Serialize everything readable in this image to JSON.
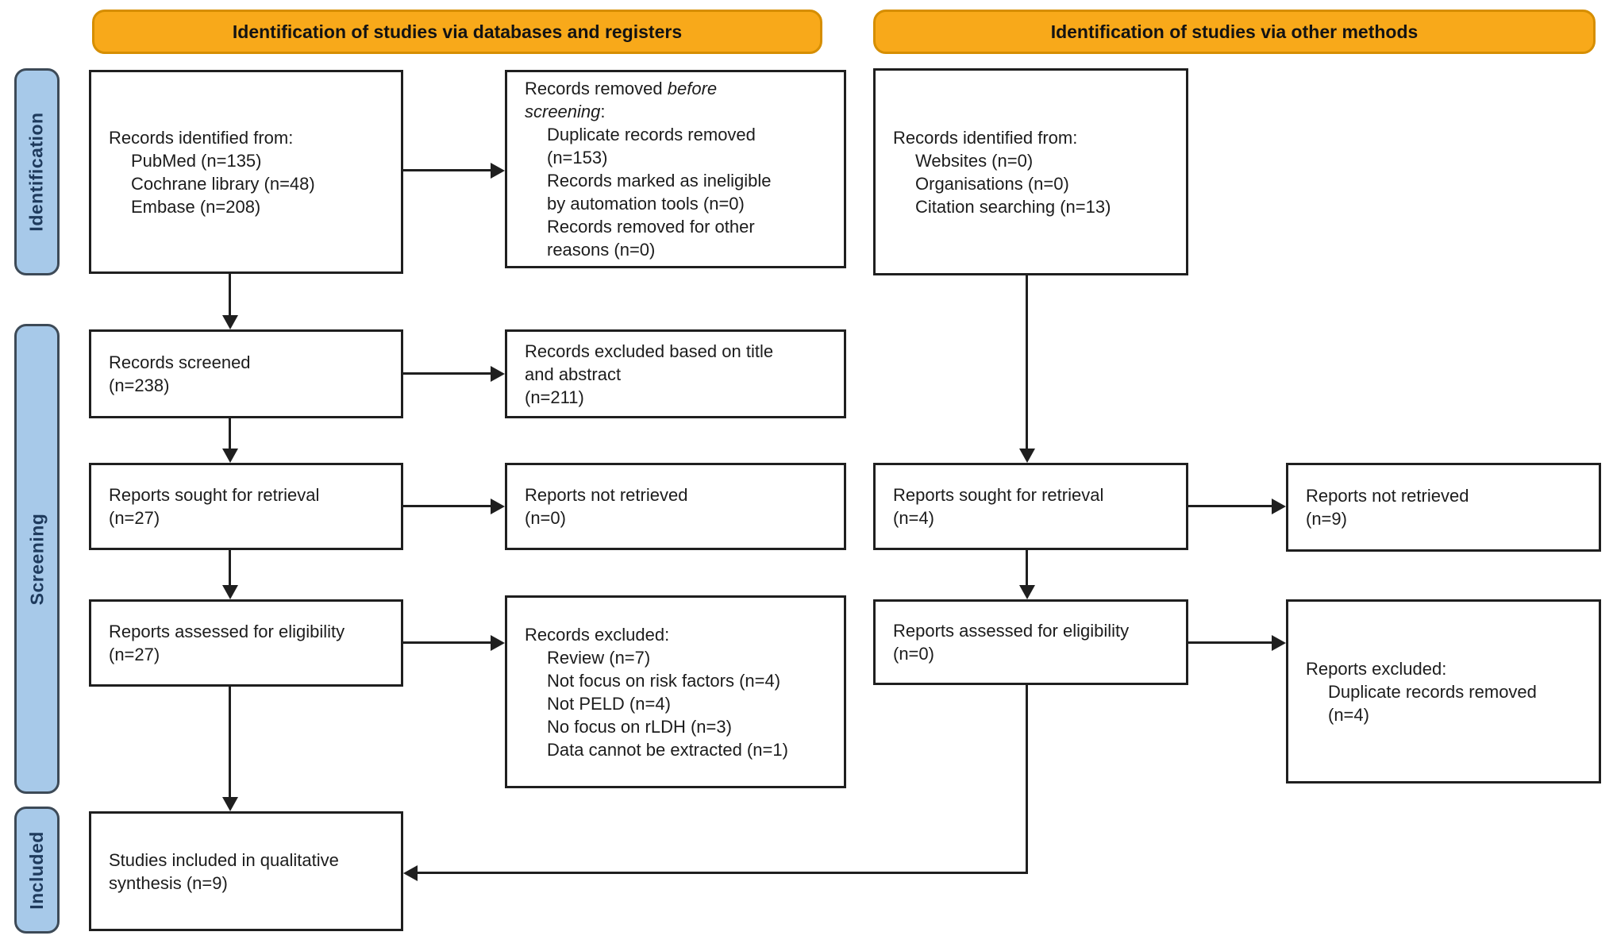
{
  "banners": {
    "databases_registers": "Identification of studies via databases and registers",
    "other_methods": "Identification of studies via other methods"
  },
  "stages": {
    "identification": "Identification",
    "screening": "Screening",
    "included": "Included"
  },
  "colors": {
    "banner_fill": "#F8A91A",
    "banner_border": "#D68E00",
    "stage_fill": "#A7C9E9",
    "stage_border": "#3D4A57",
    "stage_text": "#1E3A5C",
    "box_border": "#1F1F1F",
    "text": "#1C1C1C",
    "arrow": "#1F1F1F"
  },
  "boxes": {
    "records_identified_databases": {
      "title": "Records identified from:",
      "items": [
        "PubMed (n=135)",
        "Cochrane library (n=48)",
        "Embase (n=208)"
      ]
    },
    "records_removed": {
      "t1": "Records removed ",
      "t2": "before",
      "t3": "screening",
      "t4": ":",
      "items": [
        "Duplicate records removed",
        "(n=153)",
        "Records marked as ineligible",
        "by automation tools (n=0)",
        "Records removed for other",
        "reasons (n=0)"
      ]
    },
    "records_screened": {
      "lines": [
        "Records screened",
        "(n=238)"
      ]
    },
    "records_excluded_title_abstract": {
      "lines": [
        "Records excluded based on title",
        "and abstract",
        "(n=211)"
      ]
    },
    "reports_sought_databases": {
      "lines": [
        "Reports sought for retrieval",
        "(n=27)"
      ]
    },
    "reports_not_retrieved_databases": {
      "lines": [
        "Reports not retrieved",
        "(n=0)"
      ]
    },
    "reports_assessed_databases": {
      "lines": [
        "Reports assessed for eligibility",
        "(n=27)"
      ]
    },
    "records_excluded_reasons": {
      "title": "Records excluded:",
      "items": [
        "Review (n=7)",
        "Not focus on risk factors (n=4)",
        "Not PELD (n=4)",
        "No focus on rLDH (n=3)",
        "Data cannot be extracted (n=1)"
      ]
    },
    "records_identified_other": {
      "title": "Records identified from:",
      "items": [
        "Websites (n=0)",
        "Organisations (n=0)",
        "Citation searching (n=13)"
      ]
    },
    "reports_sought_other": {
      "lines": [
        "Reports sought for retrieval",
        "(n=4)"
      ]
    },
    "reports_not_retrieved_other": {
      "lines": [
        "Reports not retrieved",
        "(n=9)"
      ]
    },
    "reports_assessed_other": {
      "lines": [
        "Reports assessed for eligibility",
        "(n=0)"
      ]
    },
    "reports_excluded_other": {
      "title": "Reports excluded:",
      "items": [
        "Duplicate records removed",
        "(n=4)"
      ]
    },
    "studies_included": {
      "lines": [
        "Studies included in qualitative",
        "synthesis (n=9)"
      ]
    }
  }
}
